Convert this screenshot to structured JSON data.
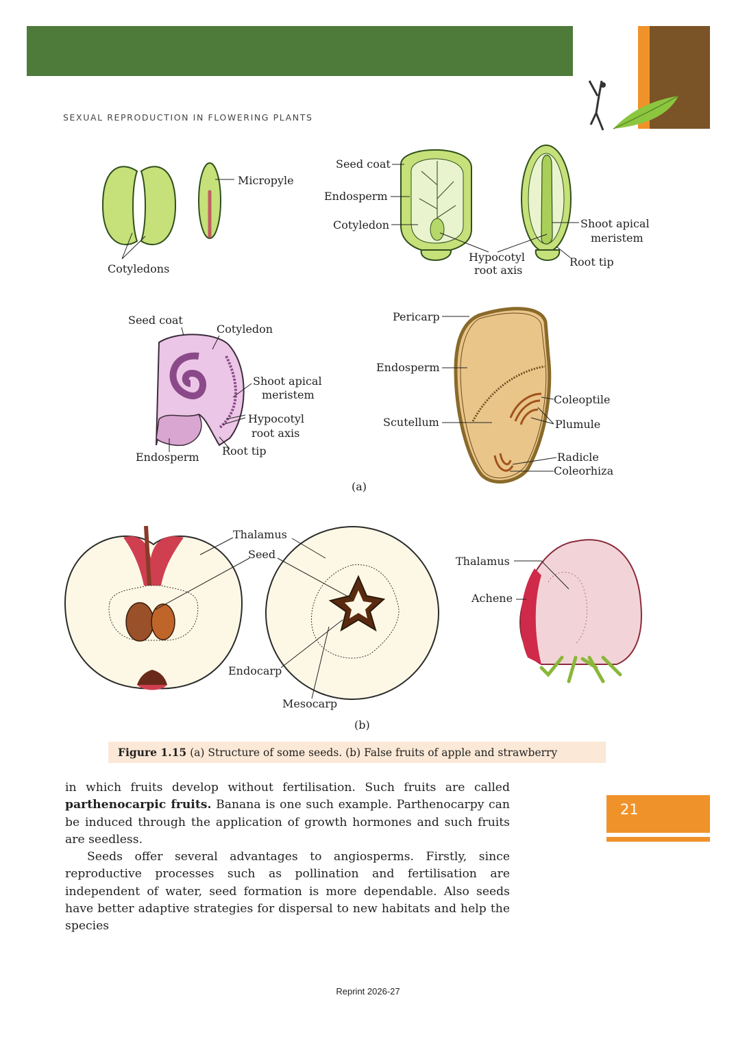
{
  "header": {
    "chapter_title": "SEXUAL REPRODUCTION IN FLOWERING PLANTS",
    "page_number": "21",
    "colors": {
      "green_band": "#4e7a3a",
      "orange": "#f0922a",
      "brown": "#7a5326"
    }
  },
  "figure": {
    "labels": {
      "cotyledons": "Cotyledons",
      "micropyle": "Micropyle",
      "seed_coat": "Seed coat",
      "endosperm": "Endosperm",
      "cotyledon": "Cotyledon",
      "hypocotyl_1": "Hypocotyl",
      "hypocotyl_2": "root axis",
      "shoot_apical_1": "Shoot apical",
      "shoot_apical_2": "meristem",
      "root_tip": "Root tip",
      "pericarp": "Pericarp",
      "scutellum": "Scutellum",
      "coleoptile": "Coleoptile",
      "plumule": "Plumule",
      "radicle": "Radicle",
      "coleorhiza": "Coleorhiza",
      "part_a": "(a)",
      "thalamus": "Thalamus",
      "seed": "Seed",
      "endocarp": "Endocarp",
      "mesocarp": "Mesocarp",
      "achene": "Achene",
      "part_b": "(b)"
    },
    "caption_label": "Figure 1.15",
    "caption_text": " (a) Structure of some seeds. (b) False fruits of apple and strawberry"
  },
  "body": {
    "p1_start": "in which fruits develop without fertilisation. Such fruits are called ",
    "p1_bold": "parthenocarpic fruits.",
    "p1_end": " Banana is one such example. Parthenocarpy can be induced through the application of growth hormones and such fruits are seedless.",
    "p2": "Seeds offer several advantages to angiosperms. Firstly, since reproductive processes such as pollination and fertilisation are independent of water, seed formation is more dependable. Also seeds have better adaptive strategies for dispersal to new habitats and help the species"
  },
  "footer": {
    "reprint": "Reprint 2026-27"
  }
}
